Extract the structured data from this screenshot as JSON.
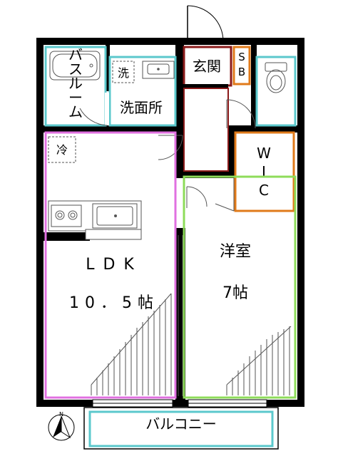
{
  "floorplan": {
    "rooms": {
      "bath": {
        "label": "バスルーム",
        "color": "#5bc8cc"
      },
      "washroom": {
        "label": "洗面所",
        "color": "#5bc8cc"
      },
      "washer": {
        "label": "洗"
      },
      "fridge": {
        "label": "冷"
      },
      "genkan": {
        "label": "玄関",
        "color": "#8b1a1a"
      },
      "sb": {
        "label": "SB",
        "color": "#e07a1a"
      },
      "toilet": {
        "color": "#5bc8cc"
      },
      "wic": {
        "label_w": "W",
        "label_i": "I",
        "label_c": "C",
        "color": "#e07a1a"
      },
      "ldk": {
        "label": "LDK",
        "size": "10．5帖",
        "color": "#e070e0"
      },
      "western": {
        "label": "洋室",
        "size": "7帖",
        "color": "#8edc5a"
      },
      "balcony": {
        "label": "バルコニー",
        "color": "#5bc8cc"
      }
    },
    "compass": {
      "north_label": "N"
    },
    "colors": {
      "wall": "#000000",
      "fixture": "#555555"
    }
  }
}
